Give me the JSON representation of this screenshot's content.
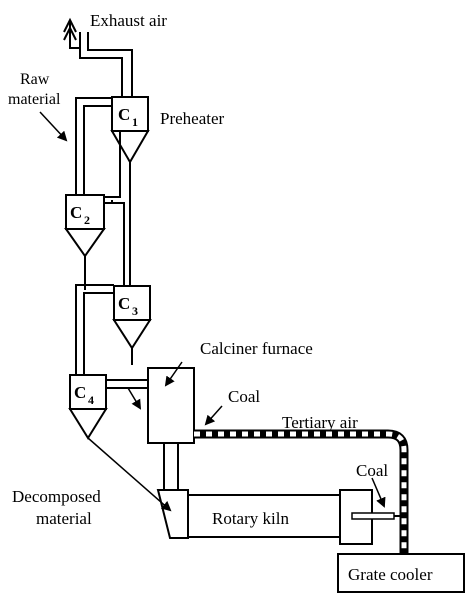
{
  "labels": {
    "exhaust_air": "Exhaust air",
    "raw_material_1": "Raw",
    "raw_material_2": "material",
    "preheater": "Preheater",
    "calciner_furnace": "Calciner furnace",
    "coal_calciner": "Coal",
    "tertiary_air": "Tertiary air",
    "coal_kiln": "Coal",
    "decomposed_material_1": "Decomposed",
    "decomposed_material_2": "material",
    "rotary_kiln": "Rotary kiln",
    "grate_cooler": "Grate cooler"
  },
  "cyclones": [
    {
      "letter": "C",
      "sub": "1"
    },
    {
      "letter": "C",
      "sub": "2"
    },
    {
      "letter": "C",
      "sub": "3"
    },
    {
      "letter": "C",
      "sub": "4"
    }
  ]
}
